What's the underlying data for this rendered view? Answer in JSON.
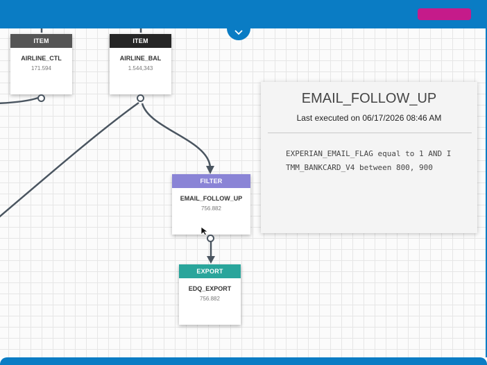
{
  "toolbar": {
    "action_button_color": "#c51b8a"
  },
  "collapse_icon": "chevron-down-icon",
  "nodes": {
    "airline_ctl": {
      "type": "ITEM",
      "name": "AIRLINE_CTL",
      "count": "171.594"
    },
    "airline_bal": {
      "type": "ITEM",
      "name": "AIRLINE_BAL",
      "count": "1.544,343"
    },
    "filter": {
      "type": "FILTER",
      "name": "EMAIL_FOLLOW_UP",
      "count": "756.882"
    },
    "export": {
      "type": "EXPORT",
      "name": "EDQ_EXPORT",
      "count": "756.882"
    }
  },
  "details": {
    "title": "EMAIL_FOLLOW_UP",
    "last_executed": "Last executed on 06/17/2026 08:46 AM",
    "expression": "EXPERIAN_EMAIL_FLAG equal to 1 AND ITMM_BANKCARD_V4 between 800, 900"
  },
  "colors": {
    "brand": "#0a7cc4",
    "item_header": "#555555",
    "item_header_dark": "#262626",
    "filter_header": "#8a84d6",
    "export_header": "#29a59b",
    "link": "#4a5560"
  }
}
